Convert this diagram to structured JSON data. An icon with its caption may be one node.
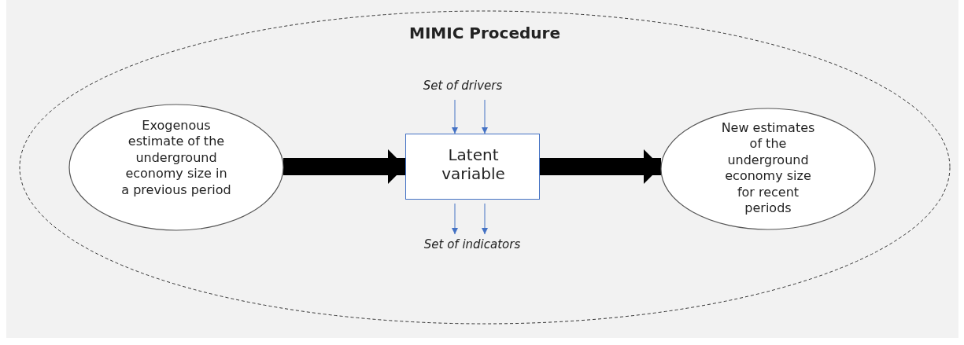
{
  "diagram": {
    "nodes": [
      {
        "text": [
          "MIMIC Procedure"
        ]
      },
      {
        "text": [
          "Exogenous estimate of the underground economy size in a previous period"
        ],
        "in": 0
      },
      {
        "text": [
          "Latent variable"
        ],
        "in": 0
      },
      {
        "text": [
          "New estimates of the underground economy size for recent periods"
        ],
        "in": 0
      },
      {
        "text": [
          "Set of drivers"
        ],
        "in": 0
      },
      {
        "text": [
          "Set of indicators"
        ],
        "in": 0
      }
    ],
    "edges": [
      {
        "from": 1,
        "to": 2,
        "arrow": "to",
        "style": "thick",
        "color": "#000000"
      },
      {
        "from": 2,
        "to": 3,
        "arrow": "to",
        "style": "thick",
        "color": "#000000"
      },
      {
        "from": 4,
        "to": 2,
        "arrow": "to"
      },
      {
        "from": 4,
        "to": 2,
        "arrow": "to"
      },
      {
        "from": 2,
        "to": 5,
        "arrow": "to"
      },
      {
        "from": 2,
        "to": 5,
        "arrow": "to"
      }
    ]
  }
}
